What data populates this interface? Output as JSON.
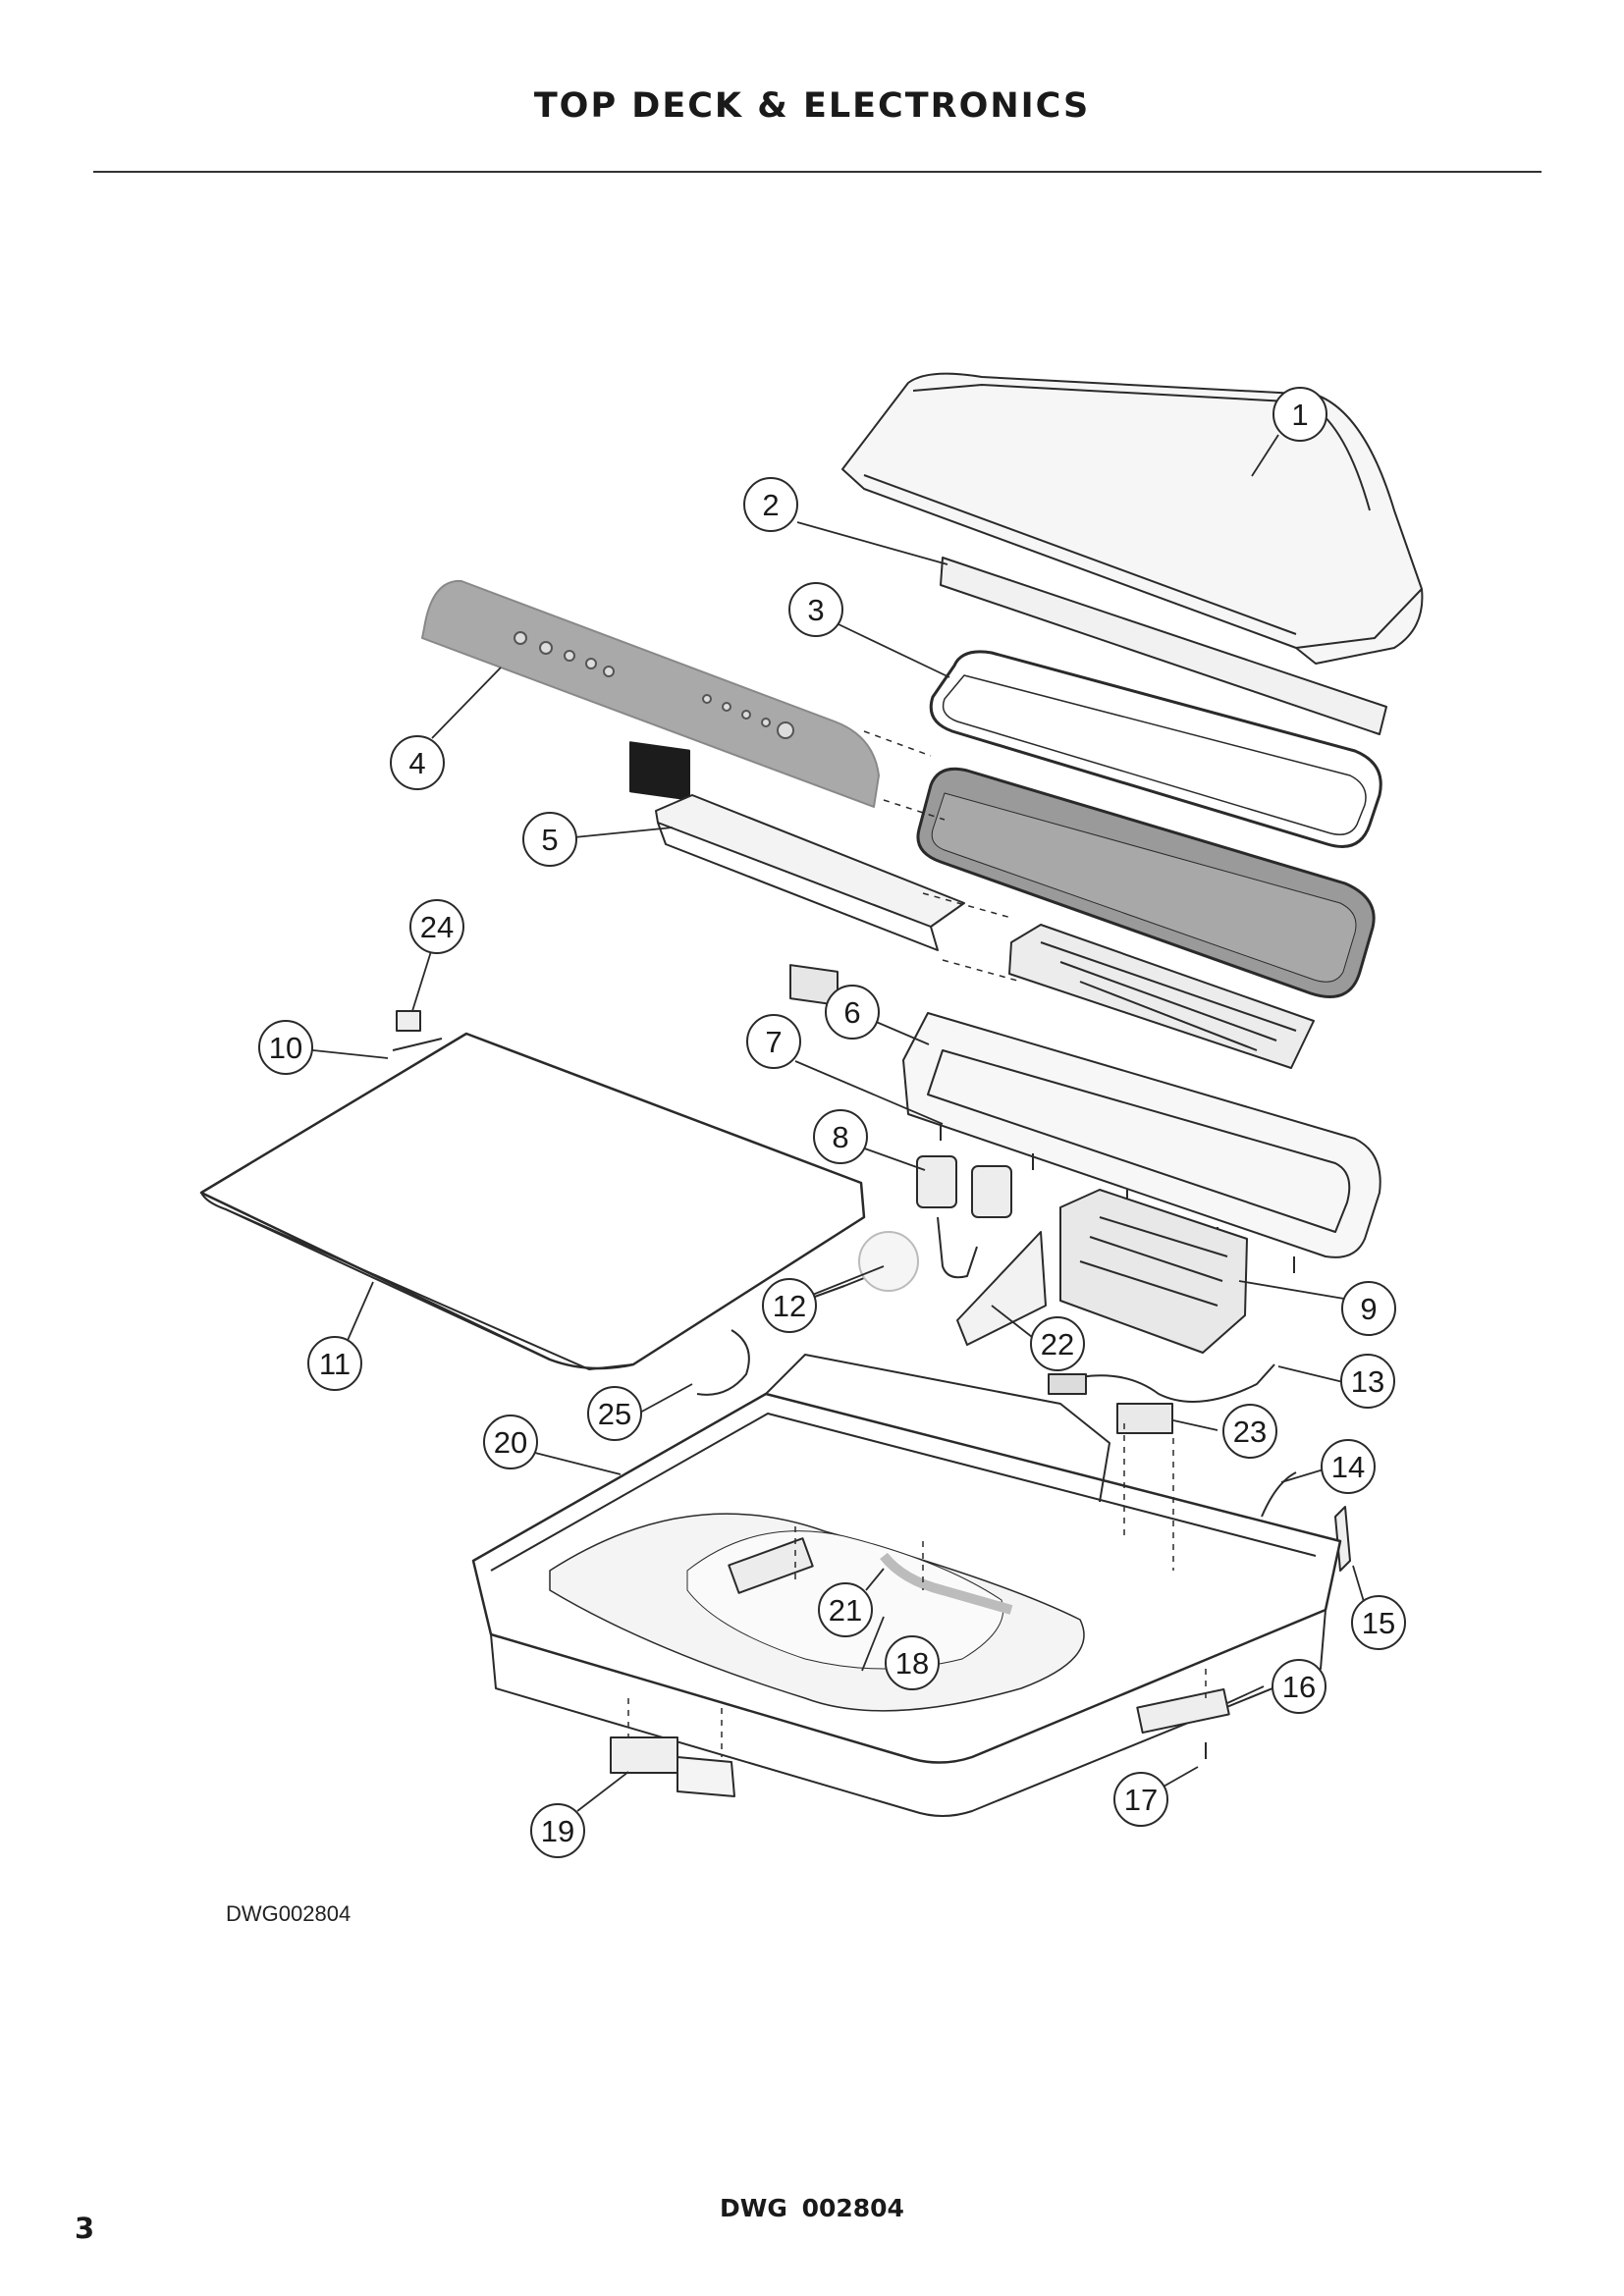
{
  "page": {
    "title": "TOP DECK & ELECTRONICS",
    "drawing_code": "DWG002804",
    "footer_code": "DWG   002804",
    "page_number": "3"
  },
  "callouts": [
    "1",
    "2",
    "3",
    "4",
    "5",
    "6",
    "7",
    "8",
    "9",
    "10",
    "11",
    "12",
    "13",
    "14",
    "15",
    "16",
    "17",
    "18",
    "19",
    "20",
    "21",
    "22",
    "23",
    "24",
    "25"
  ],
  "colors": {
    "line": "#2a2a2a",
    "panel_fill": "#a9a9a9",
    "glass_fill": "#9a9a9a",
    "display": "#1c1c1c"
  }
}
